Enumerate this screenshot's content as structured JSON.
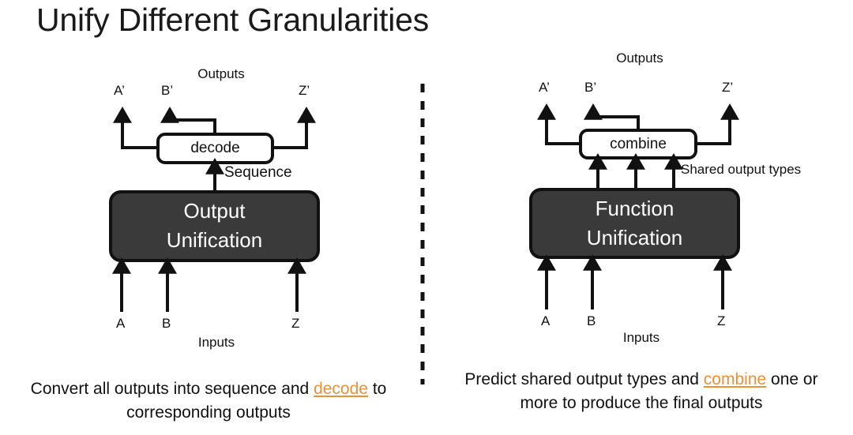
{
  "slide": {
    "title": "Unify Different Granularities",
    "divider": "dashed-vertical-divider"
  },
  "colors": {
    "dark_box_fill": "#3A3A3A",
    "stroke": "#111111",
    "highlight_orange": "#E8913C",
    "background": "#FFFFFF",
    "box_text": "#FFFFFF"
  },
  "left_panel": {
    "name": "output-unification-panel",
    "outputs_label": "Outputs",
    "output_nodes": [
      "A’",
      "B’",
      "Z’"
    ],
    "processor": {
      "label": "decode",
      "shape": "rounded-rect",
      "style": "outlined"
    },
    "edge_label": "Sequence",
    "main_box": {
      "line1": "Output",
      "line2": "Unification",
      "shape": "rounded-rect",
      "style": "filled-dark"
    },
    "input_nodes": [
      "A",
      "B",
      "Z"
    ],
    "inputs_label": "Inputs",
    "caption": {
      "before": "Convert all outputs into sequence and",
      "highlight": "decode",
      "after": "to corresponding outputs"
    }
  },
  "right_panel": {
    "name": "function-unification-panel",
    "outputs_label": "Outputs",
    "output_nodes": [
      "A’",
      "B’",
      "Z’"
    ],
    "processor": {
      "label": "combine",
      "shape": "rounded-rect",
      "style": "outlined"
    },
    "edge_label": "Shared output types",
    "main_box": {
      "line1": "Function",
      "line2": "Unification",
      "shape": "rounded-rect",
      "style": "filled-dark"
    },
    "input_nodes": [
      "A",
      "B",
      "Z"
    ],
    "inputs_label": "Inputs",
    "caption": {
      "before": "Predict shared output types and",
      "highlight": "combine",
      "after": "one or more to produce the final outputs"
    }
  }
}
